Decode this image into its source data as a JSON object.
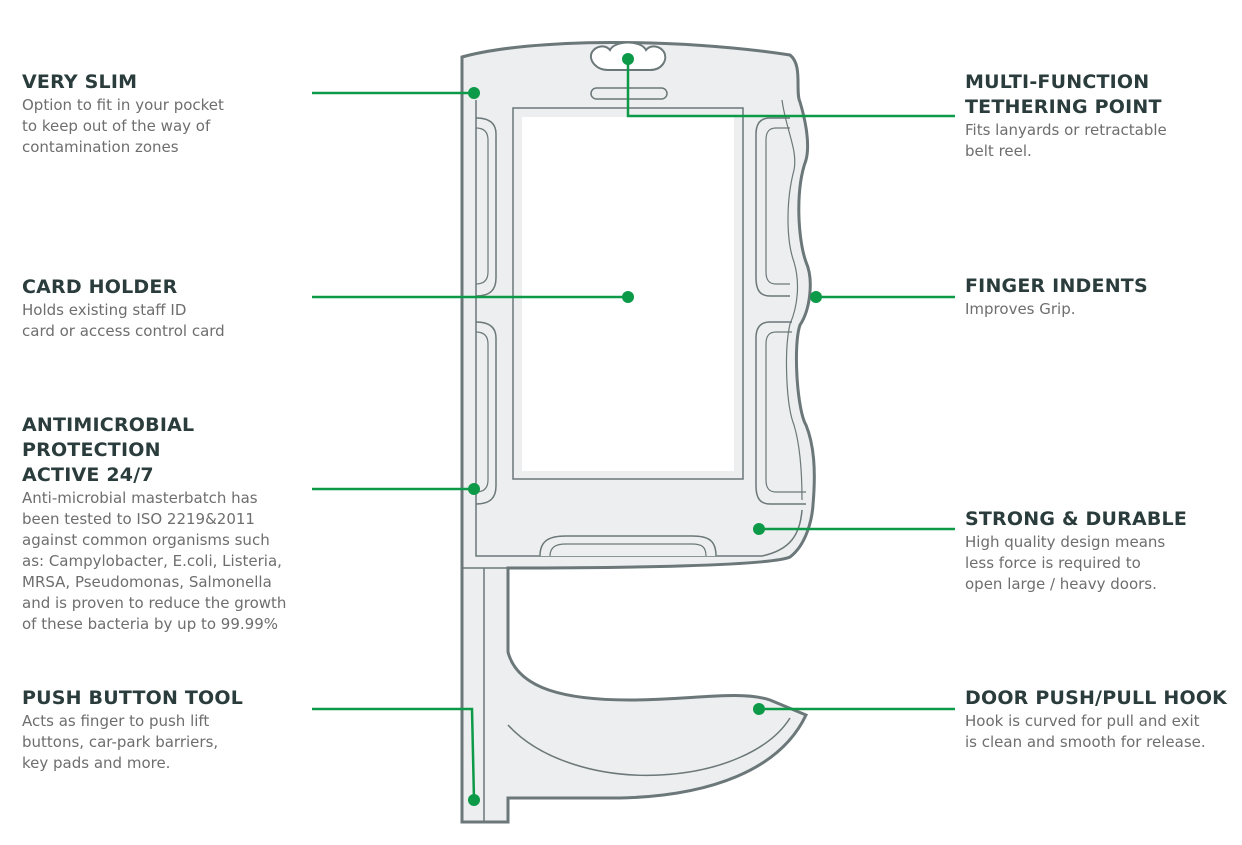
{
  "callouts": {
    "very_slim": {
      "title": "VERY SLIM",
      "desc": [
        "Option to fit in your pocket",
        "to keep out of the way of",
        "contamination zones"
      ]
    },
    "card_holder": {
      "title": "CARD HOLDER",
      "desc": [
        "Holds existing staff ID",
        "card or access control card"
      ]
    },
    "antimicrobial": {
      "title": [
        "ANTIMICROBIAL",
        "PROTECTION",
        "ACTIVE 24/7"
      ],
      "desc": [
        "Anti-microbial masterbatch has",
        "been tested to ISO 2219&2011",
        "against common organisms such",
        "as: Campylobacter, E.coli, Listeria,",
        "MRSA, Pseudomonas, Salmonella",
        "and is proven to reduce the growth",
        "of these bacteria by up to 99.99%"
      ]
    },
    "push_button": {
      "title": "PUSH BUTTON TOOL",
      "desc": [
        "Acts as finger to push lift",
        "buttons, car-park barriers,",
        "key pads and more."
      ]
    },
    "tethering": {
      "title": [
        "MULTI-FUNCTION",
        "TETHERING POINT"
      ],
      "desc": [
        "Fits lanyards or retractable",
        "belt reel."
      ]
    },
    "finger_indents": {
      "title": "FINGER INDENTS",
      "desc": [
        "Improves Grip."
      ]
    },
    "strong_durable": {
      "title": "STRONG & DURABLE",
      "desc": [
        "High quality design means",
        "less force is required to",
        "open large / heavy doors."
      ]
    },
    "door_hook": {
      "title": "DOOR PUSH/PULL HOOK",
      "desc": [
        "Hook is curved for pull and exit",
        "is clean and smooth for release."
      ]
    }
  },
  "colors": {
    "accent_green": "#0d9a48",
    "outline": "#6b7779",
    "fill": "#eceeef",
    "title": "#2b3c3c",
    "text": "#6e6e6e"
  }
}
